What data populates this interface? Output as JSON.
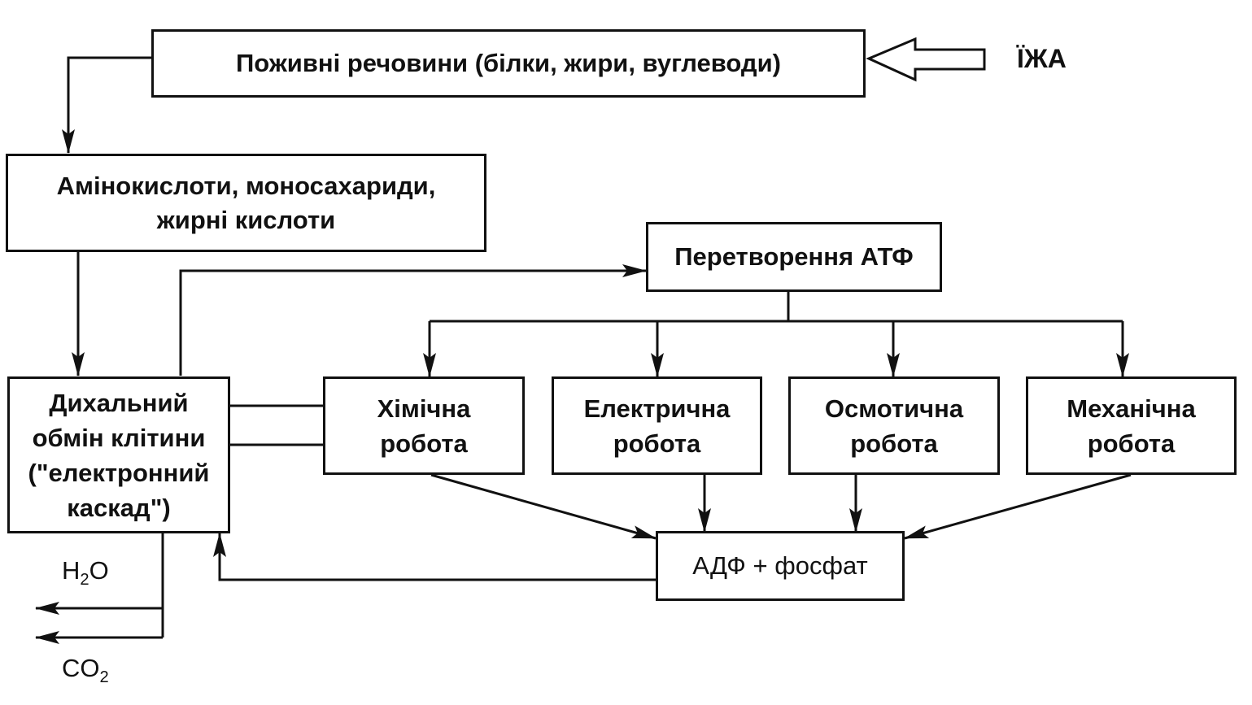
{
  "diagram": {
    "nodes": {
      "nutrients": {
        "label": "Поживні речовини (білки, жири, вуглеводи)"
      },
      "monomers": {
        "lines": [
          "Амінокислоти, моносахариди,",
          "жирні кислоти"
        ]
      },
      "atp": {
        "label": "Перетворення АТФ"
      },
      "respiration": {
        "lines": [
          "Дихальний",
          "обмін клітини",
          "(\"електронний",
          "каскад\")"
        ]
      },
      "chemical": {
        "lines": [
          "Хімічна",
          "робота"
        ]
      },
      "electrical": {
        "lines": [
          "Електрична",
          "робота"
        ]
      },
      "osmotic": {
        "lines": [
          "Осмотична",
          "робота"
        ]
      },
      "mechanical": {
        "lines": [
          "Механічна",
          "робота"
        ]
      },
      "adp": {
        "label": "АДФ + фосфат"
      }
    },
    "food_label": "ЇЖА",
    "outputs": {
      "water": {
        "base": "H",
        "sub": "2",
        "tail": "O"
      },
      "co2": {
        "base": "CO",
        "sub": "2"
      }
    },
    "colors": {
      "line": "#111111",
      "background": "#ffffff"
    }
  }
}
